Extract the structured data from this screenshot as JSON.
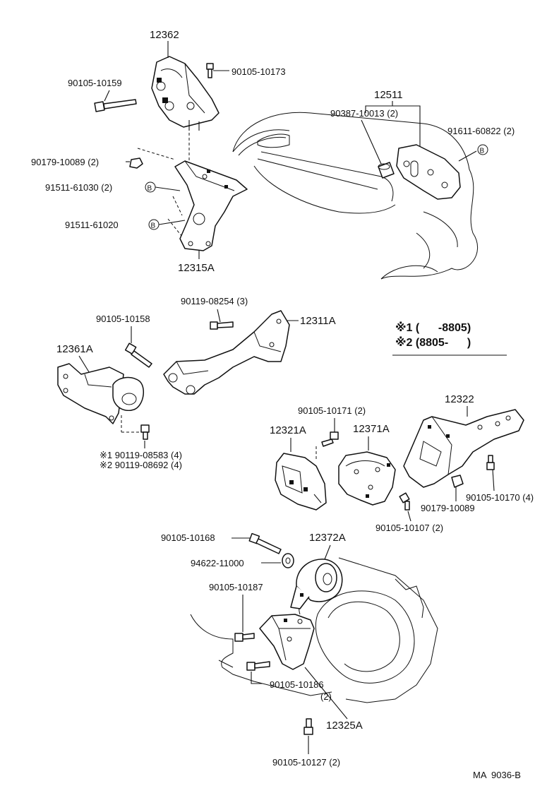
{
  "labels": {
    "p12362": "12362",
    "p90105_10173": "90105-10173",
    "p90105_10159": "90105-10159",
    "p12511": "12511",
    "p90387_10013": "90387-10013 (2)",
    "p91611_60822": "91611-60822 (2)",
    "p90179_10089_2": "90179-10089 (2)",
    "p91511_61030": "91511-61030 (2)",
    "p91511_61020": "91511-61020",
    "p12315A": "12315A",
    "p90119_08254": "90119-08254 (3)",
    "p12311A": "12311A",
    "p90105_10158": "90105-10158",
    "p12361A": "12361A",
    "p90119_08583": "※1 90119-08583 (4)",
    "p90119_08692": "※2 90119-08692 (4)",
    "p90105_10171": "90105-10171 (2)",
    "p12322": "12322",
    "p12321A": "12321A",
    "p12371A": "12371A",
    "p90105_10170": "90105-10170 (4)",
    "p90179_10089": "90179-10089",
    "p90105_10107": "90105-10107 (2)",
    "p90105_10168": "90105-10168",
    "p12372A": "12372A",
    "p94622_11000": "94622-11000",
    "p90105_10187": "90105-10187",
    "p90105_10186": "90105-10186",
    "p90105_10186_qty": "(2)",
    "p12325A": "12325A",
    "p90105_10127": "90105-10127 (2)"
  },
  "notes": {
    "note1": "※1 (      -8805)",
    "note2": "※2 (8805-      )"
  },
  "callout_letter": "B",
  "footer": {
    "code": "MA  9036-B"
  }
}
